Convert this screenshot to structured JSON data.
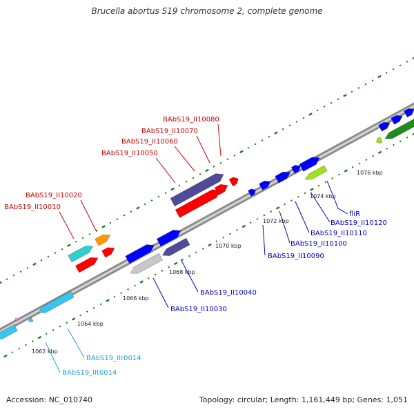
{
  "title": "Brucella abortus S19 chromosome 2, complete genome",
  "footer": {
    "accession": "Accession: NC_010740",
    "summary": "Topology: circular; Length: 1,161,449 bp; Genes: 1,051"
  },
  "colors": {
    "red": "#cc0000",
    "blue": "#0000cc",
    "cyan": "#22a0d8",
    "gene_red": "#ff0000",
    "gene_blue": "#0000ff",
    "gene_purple": "#4f4b98",
    "gene_cyan": "#2fd0d0",
    "gene_lightblue": "#3cc4ef",
    "gene_orange": "#ff9800",
    "gene_green": "#1e8c1e",
    "gene_lime": "#9ee21f",
    "gene_grey": "#c8c8c8",
    "gene_pink": "#ff9ad6"
  },
  "position_labels": [
    "1062 kbp",
    "1064 kbp",
    "1066 kbp",
    "1068 kbp",
    "1070 kbp",
    "1072 kbp",
    "1074 kbp",
    "1076 kbp"
  ],
  "gene_labels": {
    "l_10080": "BAbS19_II10080",
    "l_10070": "BAbS19_II10070",
    "l_10060": "BAbS19_II10060",
    "l_10050": "BAbS19_II10050",
    "l_10020": "BAbS19_II10020",
    "l_10010": "BAbS19_II10010",
    "l_flir": "fliR",
    "l_10120": "BAbS19_II10120",
    "l_10110": "BAbS19_II10110",
    "l_10100": "BAbS19_II10100",
    "l_10090": "BAbS19_II10090",
    "l_10040": "BAbS19_II10040",
    "l_10030": "BAbS19_II10030",
    "l_r0014": "BAbS19_IIr0014",
    "l_t0014": "BAbS19_IIt0014"
  }
}
